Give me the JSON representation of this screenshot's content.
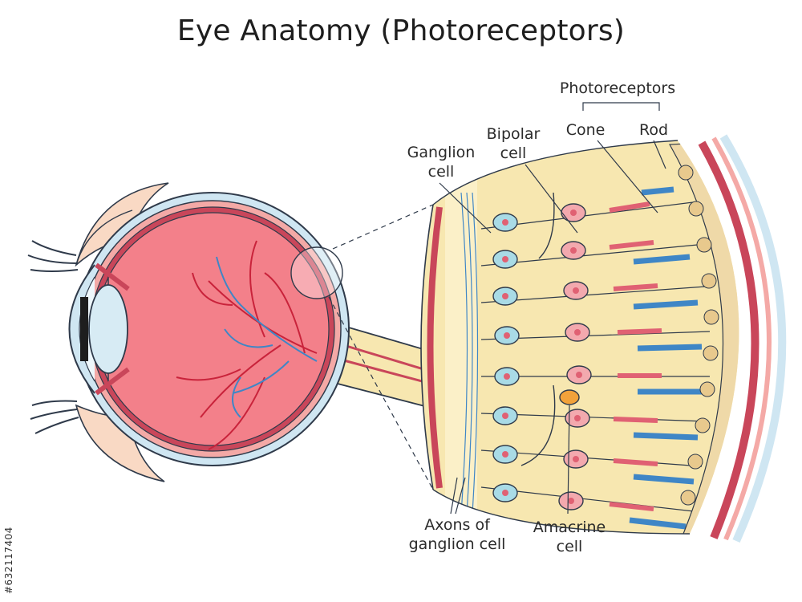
{
  "title": "Eye Anatomy (Photoreceptors)",
  "labels": {
    "photoreceptors": "Photoreceptors",
    "cone": "Cone",
    "rod": "Rod",
    "bipolar_line1": "Bipolar",
    "bipolar_line2": "cell",
    "ganglion_line1": "Ganglion",
    "ganglion_line2": "cell",
    "axons_line1": "Axons of",
    "axons_line2": "ganglion cell",
    "amacrine_line1": "Amacrine",
    "amacrine_line2": "cell"
  },
  "stock_id": "#632117404",
  "colors": {
    "outline": "#2f3a4a",
    "sclera": "#f4a9a6",
    "eyeball": "#f3808a",
    "retina_band": "#f7e7b0",
    "ganglion_cell": "#a9dbe6",
    "bipolar_cell": "#f3a9ae",
    "cone": "#e06173",
    "rod": "#3f86c6",
    "amacrine": "#f2a23a",
    "epithelium": "#efd9a8",
    "choroid": "#c9465a",
    "outer_sclera": "#cfe6f2"
  }
}
